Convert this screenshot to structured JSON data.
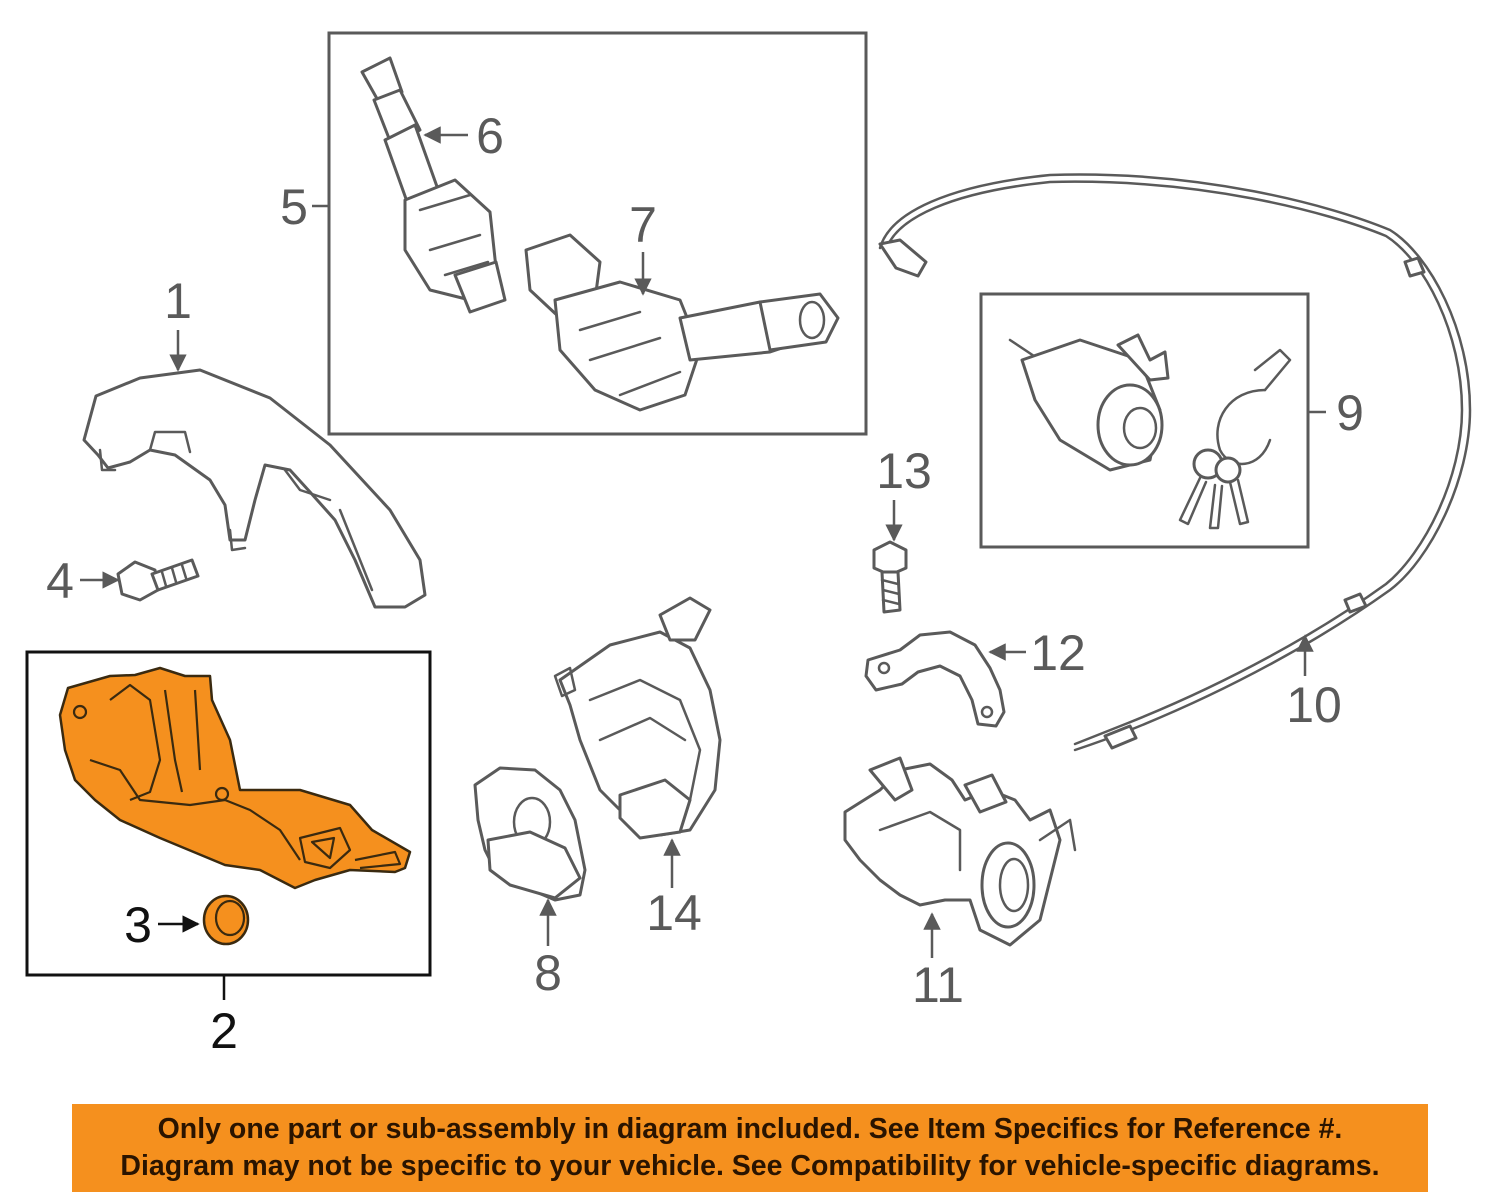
{
  "diagram": {
    "callouts": {
      "c1": "1",
      "c2": "2",
      "c3": "3",
      "c4": "4",
      "c5": "5",
      "c6": "6",
      "c7": "7",
      "c8": "8",
      "c9": "9",
      "c10": "10",
      "c11": "11",
      "c12": "12",
      "c13": "13",
      "c14": "14"
    },
    "highlight_color": "#f5901e",
    "highlighted_part_callout": "2"
  },
  "notice": {
    "line1": "Only one part or sub-assembly in diagram included. See Item Specifics for Reference #.",
    "line2": "Diagram may not be specific to your vehicle. See Compatibility for vehicle-specific diagrams.",
    "background": "#f5901e"
  }
}
